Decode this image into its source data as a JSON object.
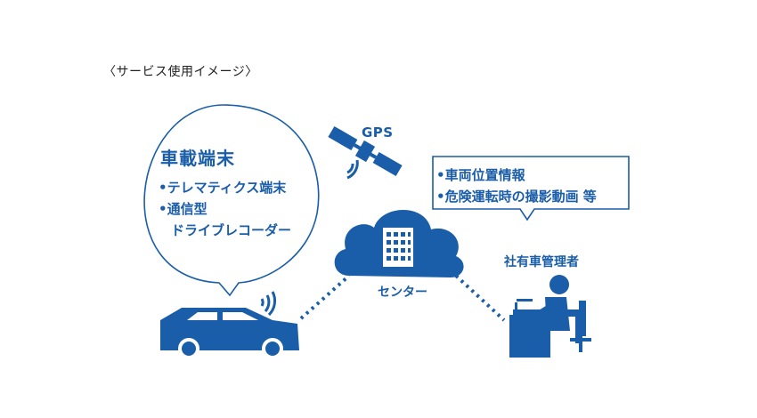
{
  "title": "〈サービス使用イメージ〉",
  "terminal_bubble": {
    "heading": "車載端末",
    "items": [
      "•テレマティクス端末",
      "•通信型",
      "ドライブレコーダー"
    ]
  },
  "info_bubble": {
    "items": [
      "•車両位置情報",
      "•危険運転時の撮影動画 等"
    ]
  },
  "labels": {
    "gps": "GPS",
    "center": "センター",
    "manager": "社有車管理者"
  },
  "colors": {
    "primary": "#1a5da8",
    "outline": "#1a5da8",
    "background": "#ffffff"
  },
  "icons": [
    "satellite-icon",
    "car-icon",
    "wifi-signal-icon",
    "cloud-icon",
    "building-icon",
    "manager-at-desk-icon"
  ]
}
